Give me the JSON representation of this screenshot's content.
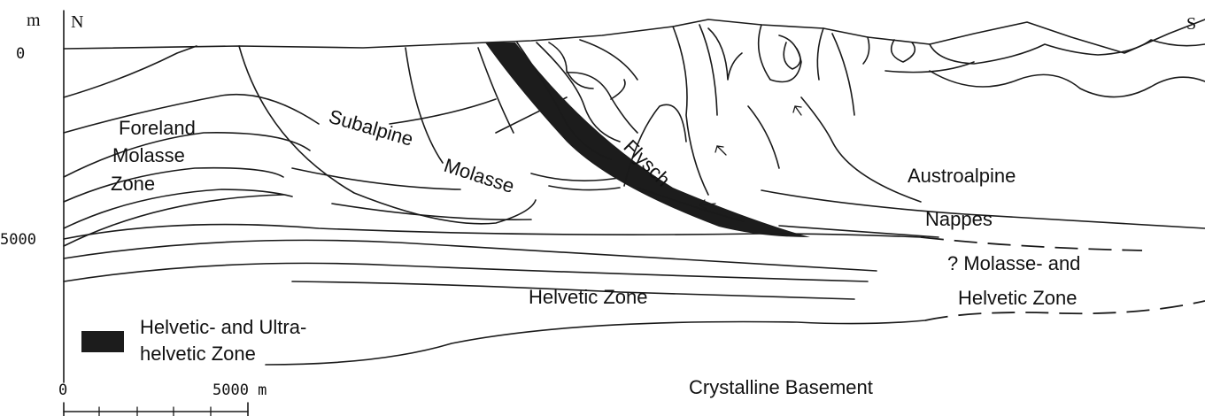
{
  "axis": {
    "unit": "m",
    "tick_top": "0",
    "tick_mid": "5000"
  },
  "compass": {
    "north": "N",
    "south": "S"
  },
  "labels": {
    "foreland": [
      "Foreland",
      "Molasse",
      "Zone"
    ],
    "subalpine": "Subalpine",
    "molasse": "Molasse",
    "flysch": "Flysch",
    "austroalpine": "Austroalpine",
    "nappes": "Nappes",
    "helvetic_zone": "Helvetic Zone",
    "q_molasse": "? Molasse- and",
    "q_helvetic": "Helvetic Zone",
    "crystalline": "Crystalline Basement"
  },
  "legend": {
    "line1": "Helvetic- and Ultra-",
    "line2": "helvetic Zone",
    "swatch_color": "#1c1c1c"
  },
  "scalebar": {
    "zero": "0",
    "length": "5000 m"
  }
}
